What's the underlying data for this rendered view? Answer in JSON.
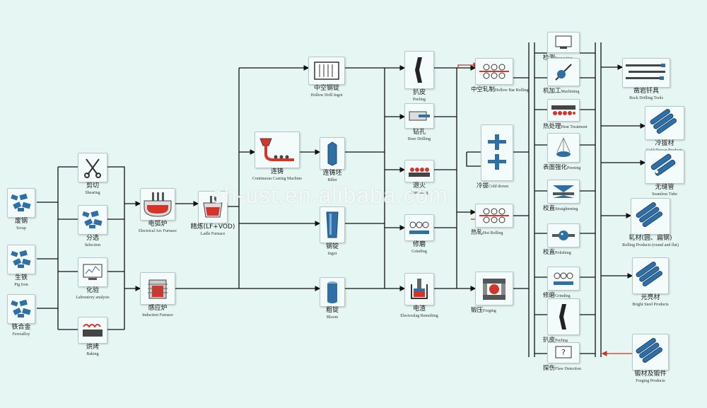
{
  "colors": {
    "line": "#111111",
    "feedback": "#c0392b",
    "accent_red": "#d6332a",
    "steel_blue": "#2e6fa6",
    "box_bg": "#f4fbfb"
  },
  "watermark": "sh-ust.en.alibaba.com",
  "nodes": {
    "scrap": {
      "zh": "废钢",
      "en": "Scrap",
      "icon": "scrap-icon"
    },
    "pig_iron": {
      "zh": "生铁",
      "en": "Pig Iron",
      "icon": "pig-iron-icon"
    },
    "ferroalloy": {
      "zh": "铁合金",
      "en": "Ferroalloy",
      "icon": "ferroalloy-icon"
    },
    "shearing": {
      "zh": "剪切",
      "en": "Shearing",
      "icon": "scissors-icon"
    },
    "selection": {
      "zh": "分选",
      "en": "Selection",
      "icon": "selection-icon"
    },
    "laboratory": {
      "zh": "化验",
      "en": "Laboratory analysis",
      "icon": "laboratory-icon"
    },
    "baking": {
      "zh": "烘烤",
      "en": "Baking",
      "icon": "baking-icon"
    },
    "eaf": {
      "zh": "电弧炉",
      "en": "Electrical Arc Furnace",
      "icon": "arc-furnace-icon"
    },
    "induction": {
      "zh": "感应炉",
      "en": "Induction Furnace",
      "icon": "induction-furnace-icon"
    },
    "ladle": {
      "zh": "精炼(LF+VOD)",
      "en": "Ladle Furnace",
      "icon": "ladle-furnace-icon"
    },
    "hollow_ingot": {
      "zh": "中空钢锭",
      "en": "Hollow Drill Ingot",
      "icon": "hollow-ingot-icon"
    },
    "ccm": {
      "zh": "连铸",
      "en": "Continuous Casting Machine",
      "icon": "casting-machine-icon"
    },
    "billet": {
      "zh": "连铸坯",
      "en": "Billet",
      "icon": "billet-icon"
    },
    "ingot": {
      "zh": "钢锭",
      "en": "Ingot",
      "icon": "ingot-icon"
    },
    "bloom": {
      "zh": "粗锭",
      "en": "Bloom",
      "icon": "bloom-icon"
    },
    "peeling1": {
      "zh": "扒皮",
      "en": "Peeling",
      "icon": "peeling-icon"
    },
    "bore_drilling": {
      "zh": "钻孔",
      "en": "Bore Drilling",
      "icon": "drill-icon"
    },
    "annealing": {
      "zh": "退火",
      "en": "Annealing",
      "icon": "annealing-icon"
    },
    "grinding1": {
      "zh": "修磨",
      "en": "Grinding",
      "icon": "grinding-icon"
    },
    "esr": {
      "zh": "电渣",
      "en": "Electroslag Remelting",
      "icon": "electroslag-icon"
    },
    "hollow_rolling": {
      "zh": "中空轧制",
      "en": "Hollow Bar Rolling",
      "icon": "rollers-icon"
    },
    "hollow_bore": {
      "zh": "钻孔",
      "en": "Bore Drilling",
      "icon": ""
    },
    "cold_drawn": {
      "zh": "冷拔",
      "en": "Cold drawn",
      "icon": "cold-drawn-icon"
    },
    "hot_rolling": {
      "zh": "热轧",
      "en": "Hot Rolling",
      "icon": "hot-rolling-icon"
    },
    "forging": {
      "zh": "锻压",
      "en": "Forging",
      "icon": "forging-icon"
    },
    "inspection": {
      "zh": "检测",
      "en": "Inspection",
      "icon": "inspection-icon"
    },
    "machining": {
      "zh": "机加工",
      "en": "Machining",
      "icon": "machining-icon"
    },
    "heat_treatment": {
      "zh": "热处理",
      "en": "Heat Treatment",
      "icon": "heat-treatment-icon"
    },
    "peening": {
      "zh": "表面强化",
      "en": "Peening",
      "icon": "peening-icon"
    },
    "straightening": {
      "zh": "校直",
      "en": "Straightening",
      "icon": "straightening-icon"
    },
    "polishing": {
      "zh": "校直",
      "en": "Polishing",
      "icon": "polishing-icon"
    },
    "grinding2": {
      "zh": "修磨",
      "en": "Grinding",
      "icon": "grinding-icon"
    },
    "peeling2": {
      "zh": "扒皮",
      "en": "Peeling",
      "icon": "peeling-icon"
    },
    "flaw": {
      "zh": "探伤",
      "en": "Flaw Detection",
      "icon": "flaw-detection-icon"
    },
    "rock_tools": {
      "zh": "凿岩钎具",
      "en": "Rock Drilling Tools",
      "icon": "drill-tools-icon"
    },
    "cold_products": {
      "zh": "冷拔材",
      "en": "Cold Drawn Products",
      "icon": "bars-icon"
    },
    "seamless": {
      "zh": "无缝管",
      "en": "Seamless Tube",
      "icon": "tubes-icon"
    },
    "rolling_products": {
      "zh": "轧材(圆、扁钢)",
      "en": "Rolling Products (round and flat)",
      "icon": "bars-icon"
    },
    "bright_steel": {
      "zh": "光亮材",
      "en": "Bright Steel Products",
      "icon": "bars-icon"
    },
    "forging_products": {
      "zh": "锻材及锻件",
      "en": "Forging Products",
      "icon": "bars-icon"
    }
  }
}
